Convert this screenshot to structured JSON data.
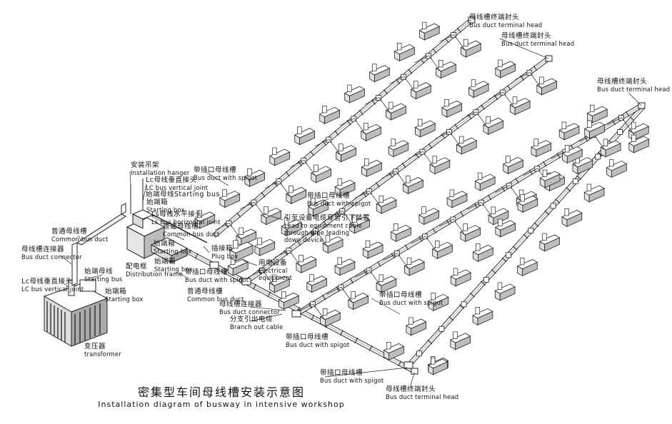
{
  "title": {
    "zh": "密集型车间母线槽安装示意图",
    "en": "Installation diagram of busway in intensive workshop"
  },
  "labels": {
    "terminal_head_1": {
      "zh": "母线槽终端封头",
      "en": "Bus duct terminal head"
    },
    "terminal_head_2": {
      "zh": "母线槽终端封头",
      "en": "Bus duct terminal head"
    },
    "terminal_head_3": {
      "zh": "母线槽终端封头",
      "en": "Bus duct terminal head"
    },
    "terminal_head_4": {
      "zh": "母线槽终端封头",
      "en": "Bus duct terminal head"
    },
    "installation_hanger": {
      "zh": "安装吊架",
      "en": "Installation hanger"
    },
    "lc_vertical_joint_top": {
      "zh": "Lc母线垂直接头",
      "en": "LC bus vertical joint"
    },
    "starting_bus_top": {
      "zh": "始端母线Starting bus",
      "en": ""
    },
    "starting_box_top": {
      "zh": "始端箱",
      "en": "Starting  box"
    },
    "ls_horizontal_joint": {
      "zh": "Ls母线水平接头",
      "en": "Ls bus horizontal joint"
    },
    "common_bus_duct_top": {
      "zh": "普通母线槽",
      "en": "Common bus duct"
    },
    "common_bus_duct_left": {
      "zh": "普通母线槽",
      "en": "Common bus duct"
    },
    "bus_duct_connector_left": {
      "zh": "母线槽连接器",
      "en": "Bus duct connector"
    },
    "lc_vertical_joint_left": {
      "zh": "Lc母线垂直接头",
      "en": "LC bus vertical joint"
    },
    "starting_bus_left": {
      "zh": "始端母线",
      "en": "Starting bus"
    },
    "starting_box_left": {
      "zh": "始端箱",
      "en": "Starting  box"
    },
    "transformer": {
      "zh": "变压器",
      "en": "transformer"
    },
    "distribution_frame": {
      "zh": "配电框",
      "en": "Distribution frame"
    },
    "starting_box_mid1": {
      "zh": "始端箱",
      "en": "Starting  box"
    },
    "starting_box_mid2": {
      "zh": "始端箱",
      "en": "Starting  box"
    },
    "plug_box": {
      "zh": "插接箱",
      "en": "Plug box"
    },
    "spigot_1": {
      "zh": "带插口母线槽",
      "en": "Bus duct with spigot"
    },
    "spigot_2": {
      "zh": "带插口母线槽",
      "en": "Bus duct with spigot"
    },
    "spigot_3": {
      "zh": "带插口母线槽",
      "en": "Bus duct with spigot"
    },
    "spigot_4": {
      "zh": "带插口母线槽",
      "en": "Bus duct with spigot"
    },
    "spigot_5": {
      "zh": "带插口母线槽",
      "en": "Bus duct with spigot"
    },
    "spigot_6": {
      "zh": "带插口母线槽",
      "en": "Bus duct with spigot"
    },
    "lead_cable": {
      "zh": "引至设备电缆穿管引下装置",
      "en": "Lead to equipment cable\nthrough pipe leading\ndown device"
    },
    "electrical_equipment": {
      "zh": "用电设备",
      "en": "Electrical\nequipment"
    },
    "common_bus_duct_mid": {
      "zh": "普通母线槽",
      "en": "Common bus duct"
    },
    "bus_duct_connector_mid": {
      "zh": "母线槽连接器",
      "en": "Bus duct connector"
    },
    "branch_out_cable": {
      "zh": "分支引出电缆",
      "en": "Branch out cable"
    }
  }
}
